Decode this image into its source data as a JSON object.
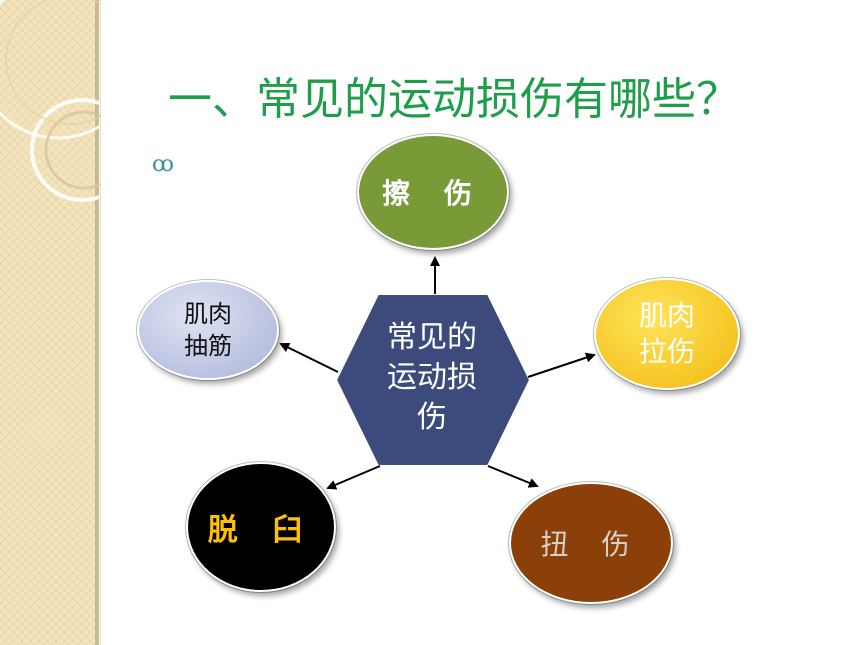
{
  "slide": {
    "title": "一、常见的运动损伤有哪些？",
    "bullet_glyph": "ꝏ"
  },
  "diagram": {
    "center": {
      "line1": "常见的",
      "line2": "运动损",
      "line3": "伤",
      "color": "#3d4b7c"
    },
    "top": {
      "label": "擦 伤",
      "color": "#7a9a38"
    },
    "left": {
      "line1": "肌肉",
      "line2": "抽筋",
      "color": "#aab3d9"
    },
    "right": {
      "line1": "肌肉",
      "line2": "拉伤",
      "color": "#f1b80e"
    },
    "bottom_left": {
      "label": "脱 臼",
      "color": "#000000"
    },
    "bottom_right": {
      "label": "扭 伤",
      "color": "#8a4008"
    }
  },
  "colors": {
    "title": "#1e9e4a",
    "arrow": "#000000"
  }
}
